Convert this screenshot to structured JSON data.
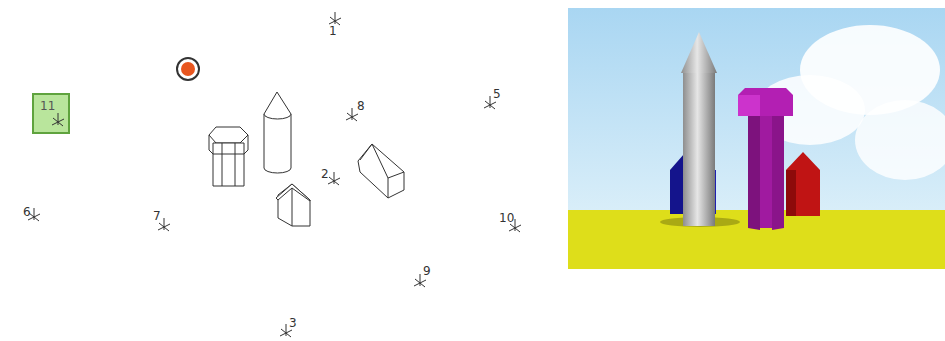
{
  "diagram": {
    "nodes": [
      {
        "text": [
          "11"
        ]
      }
    ],
    "labels": [
      "1",
      "8",
      "5",
      "2",
      "6",
      "7",
      "10",
      "9",
      "3"
    ]
  }
}
